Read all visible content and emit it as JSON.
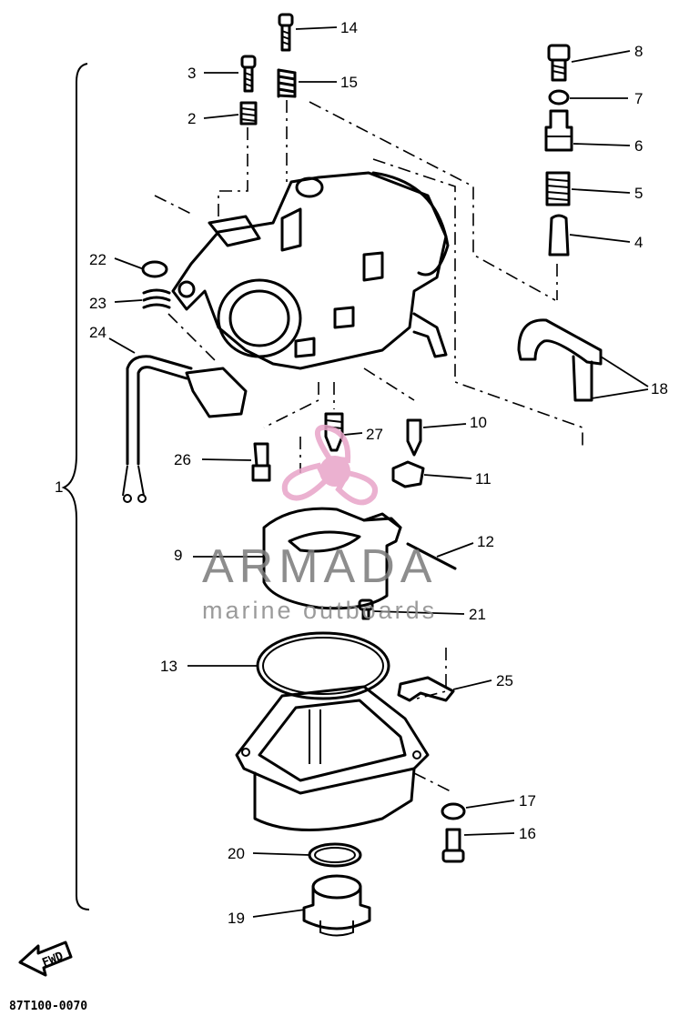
{
  "callouts": [
    {
      "num": "1"
    },
    {
      "num": "2"
    },
    {
      "num": "3"
    },
    {
      "num": "4"
    },
    {
      "num": "5"
    },
    {
      "num": "6"
    },
    {
      "num": "7"
    },
    {
      "num": "8"
    },
    {
      "num": "9"
    },
    {
      "num": "10"
    },
    {
      "num": "11"
    },
    {
      "num": "12"
    },
    {
      "num": "13"
    },
    {
      "num": "14"
    },
    {
      "num": "15"
    },
    {
      "num": "16"
    },
    {
      "num": "17"
    },
    {
      "num": "18"
    },
    {
      "num": "19"
    },
    {
      "num": "20"
    },
    {
      "num": "21"
    },
    {
      "num": "22"
    },
    {
      "num": "23"
    },
    {
      "num": "24"
    },
    {
      "num": "25"
    },
    {
      "num": "26"
    },
    {
      "num": "27"
    }
  ],
  "drawing_code": "87T100-0070",
  "fwd_label": "FWD",
  "watermark": {
    "brand": "ARMADA",
    "tagline": "marine outboards",
    "color": "#e8a4c8"
  }
}
